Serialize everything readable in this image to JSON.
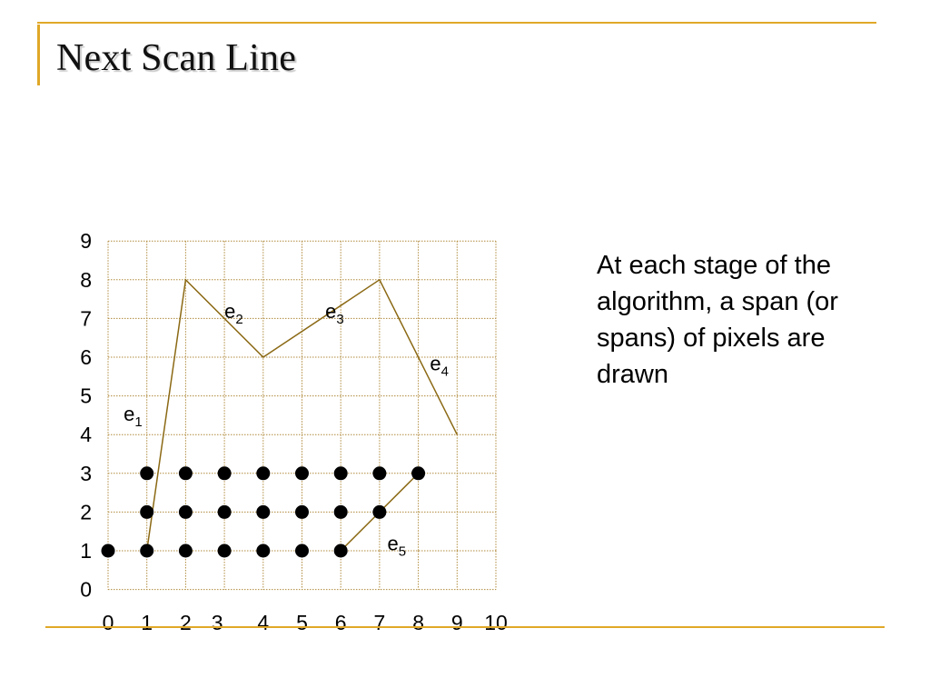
{
  "slide": {
    "title": "Next Scan Line",
    "body": "At each stage of the algorithm, a span (or spans) of pixels are drawn"
  },
  "colors": {
    "accent": "#e0a828",
    "edge": "#8b6914",
    "grid": "#b08a3c",
    "pixel": "#000000"
  },
  "diagram": {
    "x_ticks": [
      "0",
      "1",
      "2",
      "3",
      "4",
      "5",
      "6",
      "7",
      "8",
      "9",
      "10"
    ],
    "y_ticks": [
      "0",
      "1",
      "2",
      "3",
      "4",
      "5",
      "6",
      "7",
      "8",
      "9"
    ],
    "grid": {
      "x_range": [
        0,
        10
      ],
      "y_range": [
        1,
        9
      ]
    },
    "polygon": [
      [
        1,
        1
      ],
      [
        2,
        8
      ],
      [
        4,
        6
      ],
      [
        7,
        8
      ],
      [
        9,
        4
      ]
    ],
    "edge5": [
      [
        6,
        1
      ],
      [
        8,
        3
      ]
    ],
    "pixel_rows": [
      {
        "y": 1,
        "x": [
          0,
          1,
          2,
          3,
          4,
          5,
          6
        ]
      },
      {
        "y": 2,
        "x": [
          1,
          2,
          3,
          4,
          5,
          6,
          7
        ]
      },
      {
        "y": 3,
        "x": [
          1,
          2,
          3,
          4,
          5,
          6,
          7,
          8
        ]
      }
    ],
    "edge_labels": [
      {
        "base": "e",
        "sub": "1",
        "x": 0.4,
        "y": 4.55
      },
      {
        "base": "e",
        "sub": "2",
        "x": 3.0,
        "y": 7.2
      },
      {
        "base": "e",
        "sub": "3",
        "x": 5.6,
        "y": 7.2
      },
      {
        "base": "e",
        "sub": "4",
        "x": 8.3,
        "y": 5.85
      },
      {
        "base": "e",
        "sub": "5",
        "x": 7.2,
        "y": 1.2
      }
    ]
  }
}
